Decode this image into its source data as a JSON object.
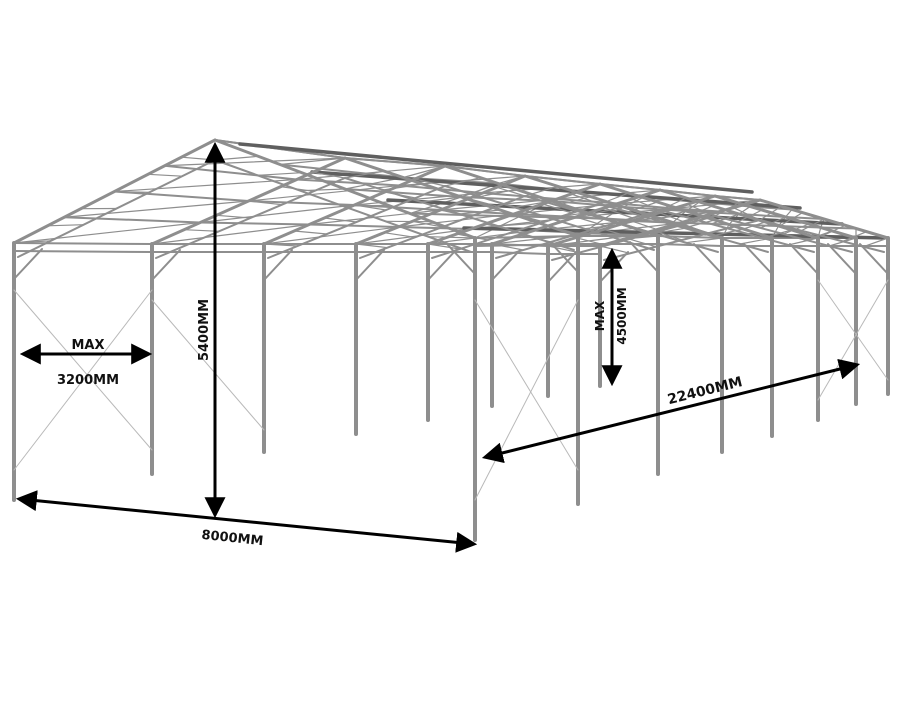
{
  "labels": {
    "max_left": "MAX",
    "bay_width": "3200MM",
    "height_total": "5400MM",
    "max_right": "MAX",
    "height_side": "4500MM",
    "length": "22400MM",
    "span": "8000MM"
  },
  "colors": {
    "steel": "#8e8e8e",
    "steel_dark": "#5f5f5f",
    "cable": "#b9b9b9",
    "arrow": "#000000"
  }
}
